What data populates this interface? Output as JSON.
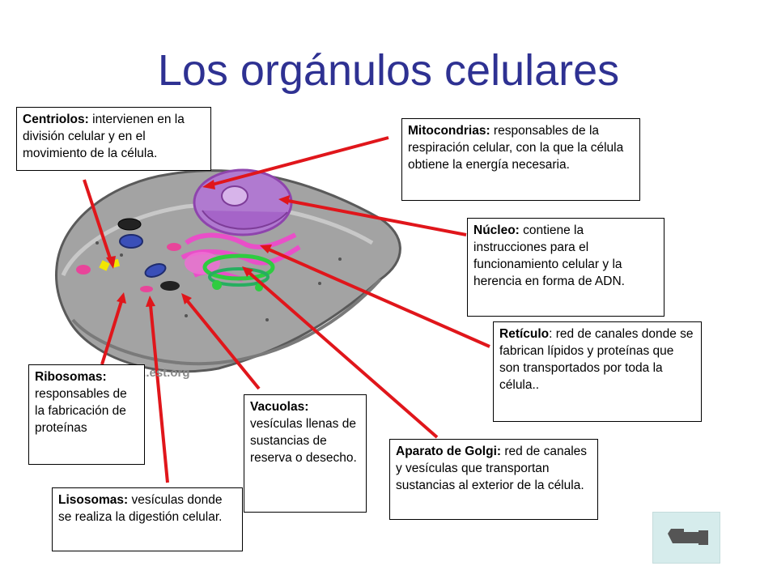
{
  "title": "Los orgánulos celulares",
  "watermark": "...est.org",
  "labels": {
    "centriolos": {
      "term": "Centriolos:",
      "text": " intervienen en la división celular y en el movimiento de la célula."
    },
    "mitocondrias": {
      "term": "Mitocondrias:",
      "text": " responsables de la respiración celular, con la que la célula obtiene la energía necesaria."
    },
    "nucleo": {
      "term": "Núcleo:",
      "text": " contiene la instrucciones para el funcionamiento celular y la herencia en forma de ADN."
    },
    "reticulo": {
      "term": "Retículo",
      "text": ": red de canales donde se fabrican lípidos y proteínas  que son transportados por toda la célula.."
    },
    "ribosomas": {
      "term": "Ribosomas:",
      "text": " responsables de la fabricación de proteínas"
    },
    "lisosomas": {
      "term": "Lisosomas:",
      "text": " vesículas donde se realiza la digestión celular."
    },
    "vacuolas": {
      "term": "Vacuolas:",
      "text": " vesículas llenas de sustancias de reserva o desecho."
    },
    "golgi": {
      "term": "Aparato de Golgi:",
      "text": " red de canales y vesículas que transportan sustancias al exterior de la célula."
    }
  },
  "nav_button": {
    "icon": "return-arrow-icon"
  },
  "colors": {
    "title": "#2e3192",
    "arrow": "#e0161b",
    "cell_body": "#9a9a9a",
    "nucleus": "#9b59c6",
    "golgi": "#2ecc40",
    "reticulum": "#e94fc8"
  }
}
